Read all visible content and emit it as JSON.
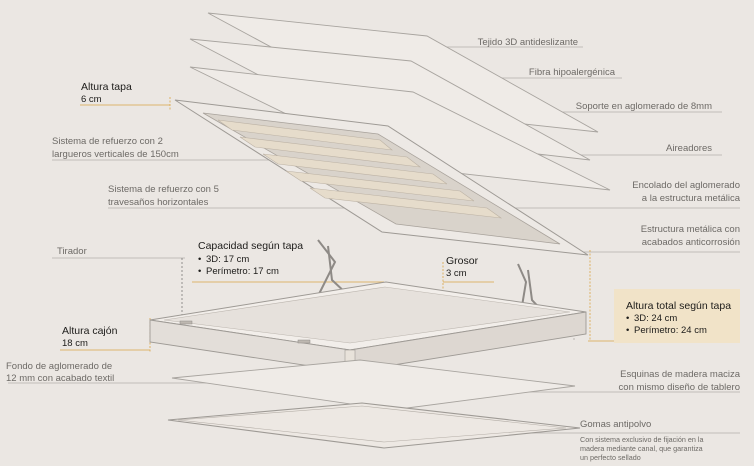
{
  "labels": {
    "tejido": "Tejido 3D antideslizante",
    "fibra": "Fibra hipoalergénica",
    "soporte": "Soporte en aglomerado de 8mm",
    "aireadores": "Aireadores",
    "encolado_1": "Encolado del aglomerado",
    "encolado_2": "a la estructura metálica",
    "estructura_1": "Estructura metálica con",
    "estructura_2": "acabados anticorrosión",
    "refuerzo2_1": "Sistema de refuerzo con 2",
    "refuerzo2_2": "largueros verticales de 150cm",
    "refuerzo5_1": "Sistema de refuerzo con 5",
    "refuerzo5_2": "travesaños horizontales",
    "tirador": "Tirador",
    "fondo_1": "Fondo de aglomerado de",
    "fondo_2": "12 mm con acabado textil",
    "esquinas_1": "Esquinas de madera maciza",
    "esquinas_2": "con mismo diseño de tablero",
    "gomas": "Gomas antipolvo",
    "gomas_desc_1": "Con sistema exclusivo de fijación en la",
    "gomas_desc_2": "madera mediante canal, que garantiza",
    "gomas_desc_3": "un perfecto sellado"
  },
  "altura_tapa": {
    "title": "Altura tapa",
    "value": "6 cm"
  },
  "capacidad": {
    "title": "Capacidad según tapa",
    "items": [
      "3D: 17 cm",
      "Perímetro: 17 cm"
    ]
  },
  "grosor": {
    "title": "Grosor",
    "value": "3 cm"
  },
  "altura_total": {
    "title": "Altura total según tapa",
    "items": [
      "3D: 24 cm",
      "Perímetro: 24 cm"
    ]
  },
  "altura_cajon": {
    "title": "Altura cajón",
    "value": "18 cm"
  },
  "colors": {
    "background": "#ebe7e3",
    "line": "#9a9692",
    "accent": "#d9a545",
    "highlight": "#f1e3c8",
    "slat": "#e6dccb"
  }
}
